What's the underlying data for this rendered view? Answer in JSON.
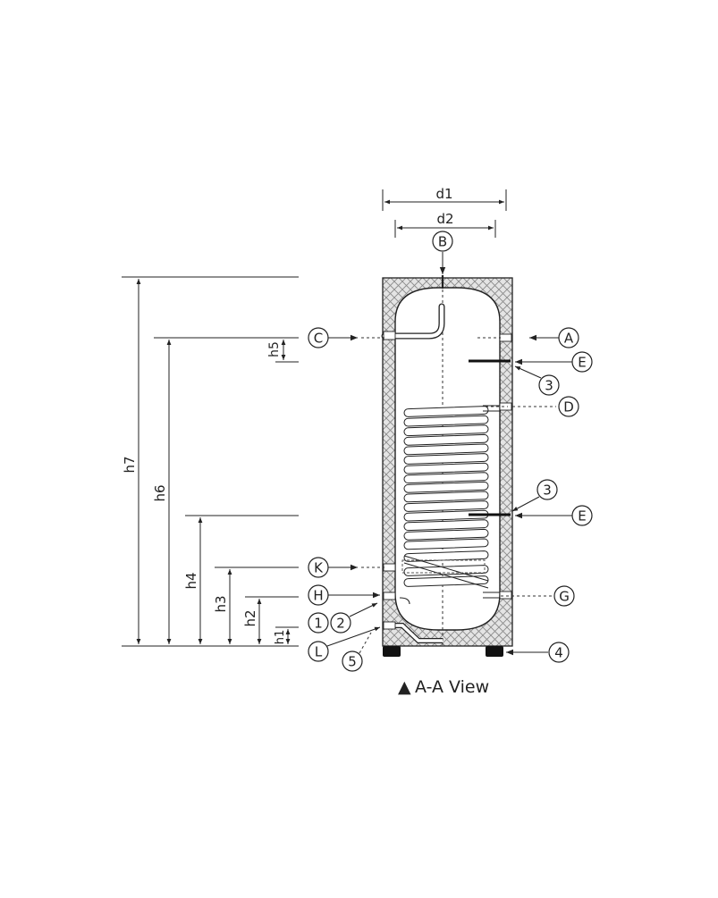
{
  "diagram": {
    "view_caption": "A-A View",
    "view_marker": "▲",
    "dimensions": {
      "d1": "d1",
      "d2": "d2",
      "h1": "h1",
      "h2": "h2",
      "h3": "h3",
      "h4": "h4",
      "h5": "h5",
      "h6": "h6",
      "h7": "h7"
    },
    "connections": {
      "A": "A",
      "B": "B",
      "C": "C",
      "D": "D",
      "E_upper": "E",
      "E_lower": "E",
      "G": "G",
      "H": "H",
      "K": "K",
      "L": "L"
    },
    "parts": {
      "p1": "1",
      "p2": "2",
      "p3_upper": "3",
      "p3_lower": "3",
      "p4": "4",
      "p5": "5"
    }
  }
}
